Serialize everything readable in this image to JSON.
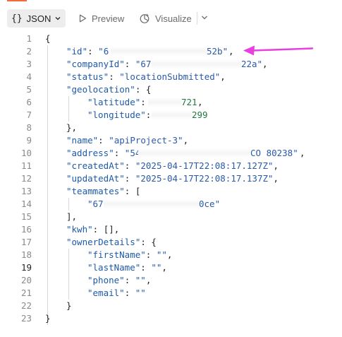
{
  "toolbar": {
    "format_braces": "{}",
    "format_label": "JSON",
    "preview_label": "Preview",
    "visualize_label": "Visualize"
  },
  "code": {
    "line_numbers": [
      "1",
      "2",
      "3",
      "4",
      "5",
      "6",
      "7",
      "8",
      "9",
      "10",
      "11",
      "12",
      "13",
      "14",
      "15",
      "16",
      "17",
      "18",
      "19",
      "20",
      "21",
      "22",
      "23"
    ],
    "active_line": "19",
    "lines": {
      "l1": "{",
      "l2": {
        "key": "\"id\"",
        "sep": ": ",
        "val_start": "\"6",
        "val_end": "52b\"",
        "tail": ","
      },
      "l3": {
        "key": "\"companyId\"",
        "sep": ": ",
        "val_start": "\"67",
        "val_end": "22a\"",
        "tail": ","
      },
      "l4": {
        "key": "\"status\"",
        "sep": ": ",
        "val": "\"locationSubmitted\"",
        "tail": ","
      },
      "l5": {
        "key": "\"geolocation\"",
        "sep": ": ",
        "tail": "{"
      },
      "l6": {
        "key": "\"latitude\"",
        "sep": ": ",
        "val_end": "721",
        "tail": ","
      },
      "l7": {
        "key": "\"longitude\"",
        "sep": ": ",
        "val_end": "299"
      },
      "l8": "},",
      "l9": {
        "key": "\"name\"",
        "sep": ": ",
        "val": "\"apiProject-3\"",
        "tail": ","
      },
      "l10": {
        "key": "\"address\"",
        "sep": ": ",
        "val_start": "\"54",
        "val_end": "CO 80238\"",
        "tail": ","
      },
      "l11": {
        "key": "\"createdAt\"",
        "sep": ": ",
        "val": "\"2025-04-17T22:08:17.127Z\"",
        "tail": ","
      },
      "l12": {
        "key": "\"updatedAt\"",
        "sep": ": ",
        "val": "\"2025-04-17T22:08:17.137Z\"",
        "tail": ","
      },
      "l13": {
        "key": "\"teammates\"",
        "sep": ": ",
        "tail": "["
      },
      "l14": {
        "val_start": "\"67",
        "val_end": "0ce\""
      },
      "l15": "],",
      "l16": {
        "key": "\"kwh\"",
        "sep": ": ",
        "tail": "[],"
      },
      "l17": {
        "key": "\"ownerDetails\"",
        "sep": ": ",
        "tail": "{"
      },
      "l18": {
        "key": "\"firstName\"",
        "sep": ": ",
        "val": "\"\"",
        "tail": ","
      },
      "l19": {
        "key": "\"lastName\"",
        "sep": ": ",
        "val": "\"\"",
        "tail": ","
      },
      "l20": {
        "key": "\"phone\"",
        "sep": ": ",
        "val": "\"\"",
        "tail": ","
      },
      "l21": {
        "key": "\"email\"",
        "sep": ": ",
        "val": "\"\""
      },
      "l22": "}",
      "l23": "}"
    }
  },
  "colors": {
    "key": "#1e5aa8",
    "string": "#2a5aa8",
    "number": "#1f7a3a",
    "annotation_arrow": "#e83fe0",
    "accent": "#f26b3a"
  },
  "icons": [
    "chevron-down-icon",
    "play-icon",
    "visualize-icon",
    "chevron-down-icon",
    "arrow-annotation"
  ]
}
